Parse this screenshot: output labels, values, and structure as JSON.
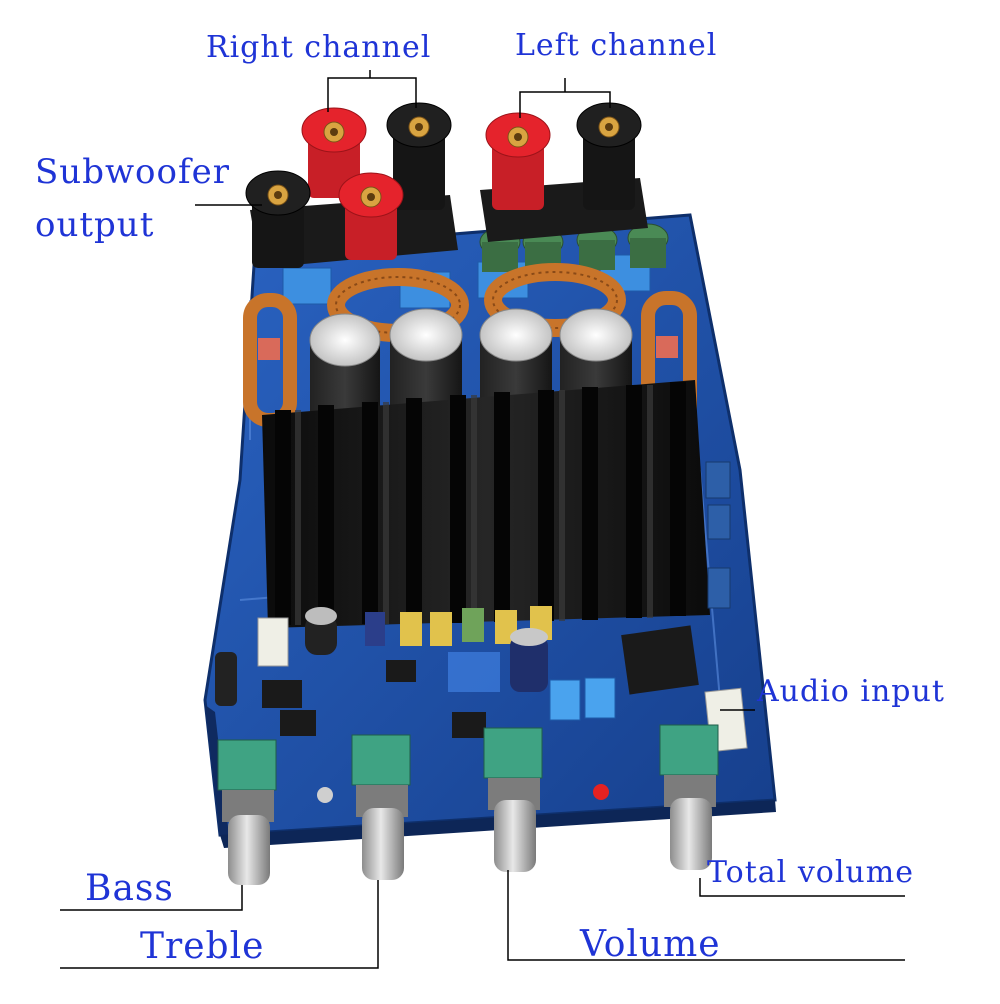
{
  "labels": {
    "right_channel": "Right channel",
    "left_channel": "Left channel",
    "subwoofer_line1": "Subwoofer",
    "subwoofer_line2": "output",
    "audio_input": "Audio input",
    "total_volume": "Total volume",
    "bass": "Bass",
    "treble": "Treble",
    "volume": "Volume"
  },
  "colors": {
    "label_text": "#1f34d6",
    "pcb": "#1c4fa6",
    "heatsink": "#121212",
    "red_terminal": "#e5232c",
    "black_terminal": "#161616",
    "copper": "#c8742a",
    "pot_body": "#3fa383",
    "knob": "#c9c9c9"
  }
}
